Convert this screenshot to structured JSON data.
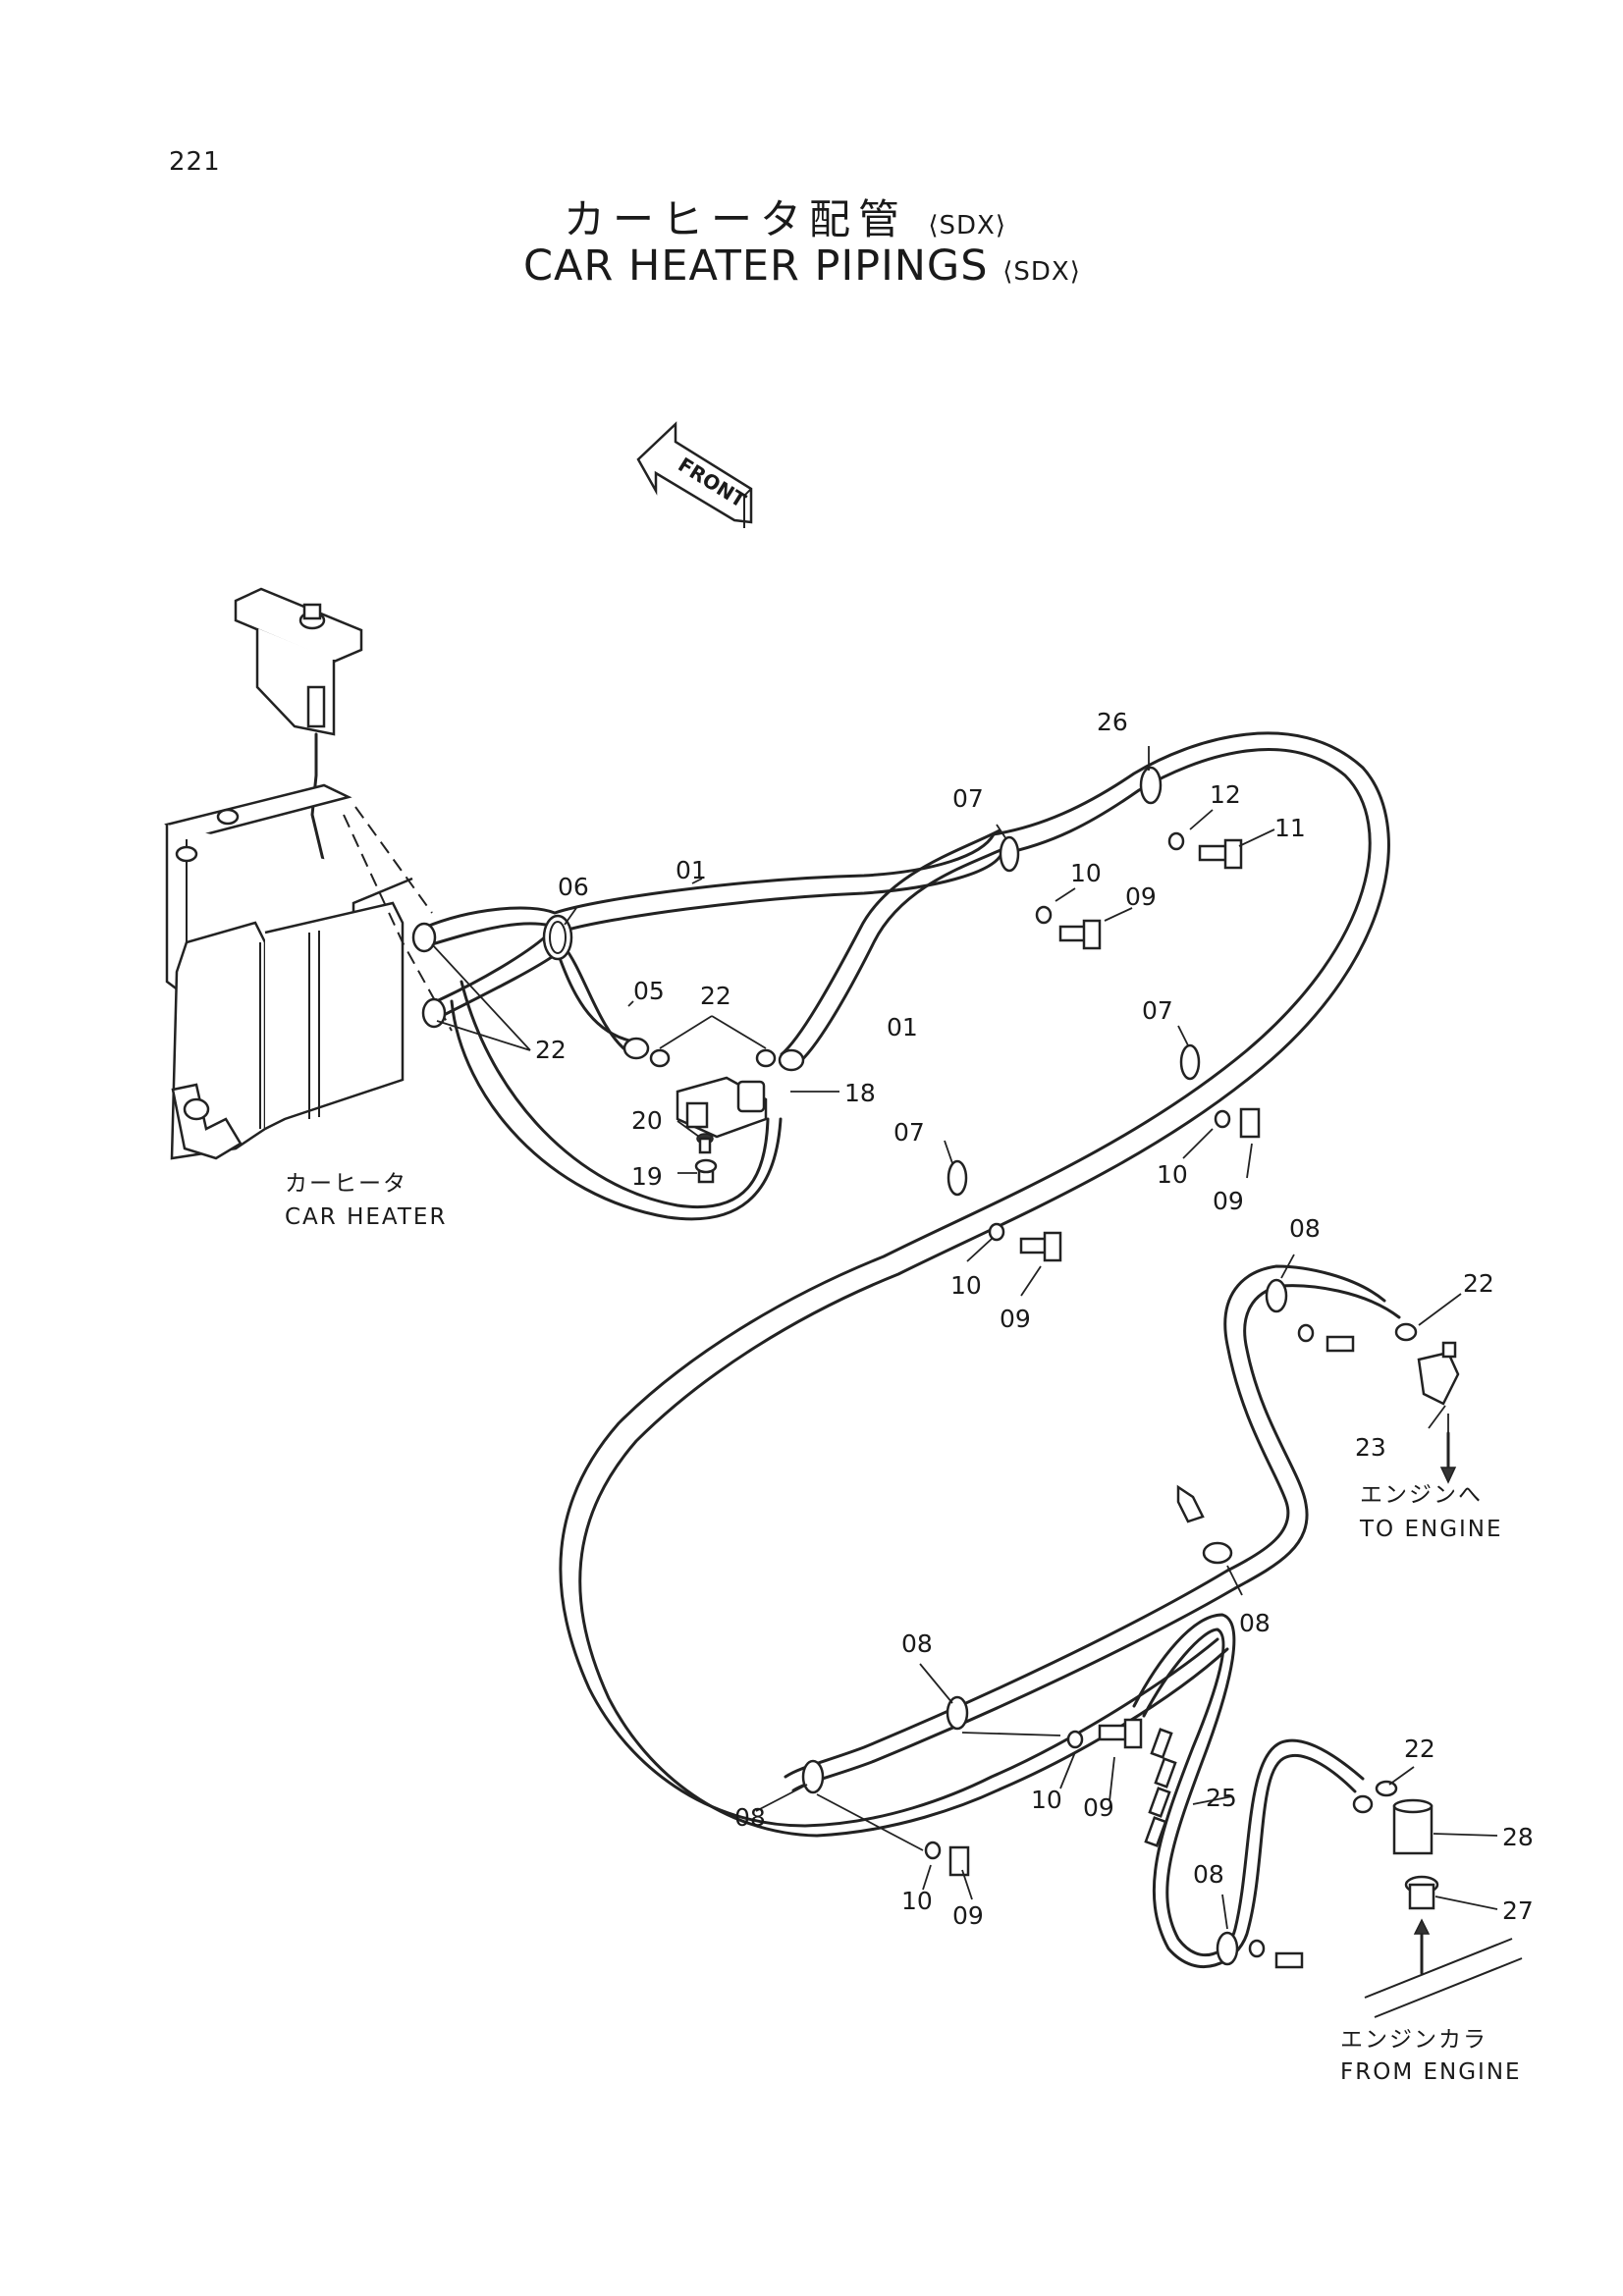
{
  "page_number": "221",
  "title": {
    "jp": "カーヒータ配管",
    "jp_suffix": "⟨SDX⟩",
    "en": "CAR HEATER PIPINGS",
    "en_suffix": "⟨SDX⟩"
  },
  "front_marker": "FRONT",
  "captions": {
    "car_heater_jp": "カーヒータ",
    "car_heater_en": "CAR HEATER",
    "to_engine_jp": "エンジンへ",
    "to_engine_en": "TO ENGINE",
    "from_engine_jp": "エンジンカラ",
    "from_engine_en": "FROM ENGINE"
  },
  "callouts": {
    "c26": "26",
    "c12": "12",
    "c11": "11",
    "c07a": "07",
    "c07b": "07",
    "c07c": "07",
    "c01a": "01",
    "c01b": "01",
    "c06": "06",
    "c10a": "10",
    "c09a": "09",
    "c05": "05",
    "c22a": "22",
    "c22b": "22",
    "c18": "18",
    "c20": "20",
    "c19": "19",
    "c10b": "10",
    "c09b": "09",
    "c10c": "10",
    "c09c": "09",
    "c08a": "08",
    "c22c": "22",
    "c23": "23",
    "c08b": "08",
    "c08c": "08",
    "c08d": "08",
    "c10d": "10",
    "c09d": "09",
    "c25": "25",
    "c22d": "22",
    "c28": "28",
    "c08e": "08",
    "c27": "27",
    "c10e": "10",
    "c09e": "09"
  }
}
